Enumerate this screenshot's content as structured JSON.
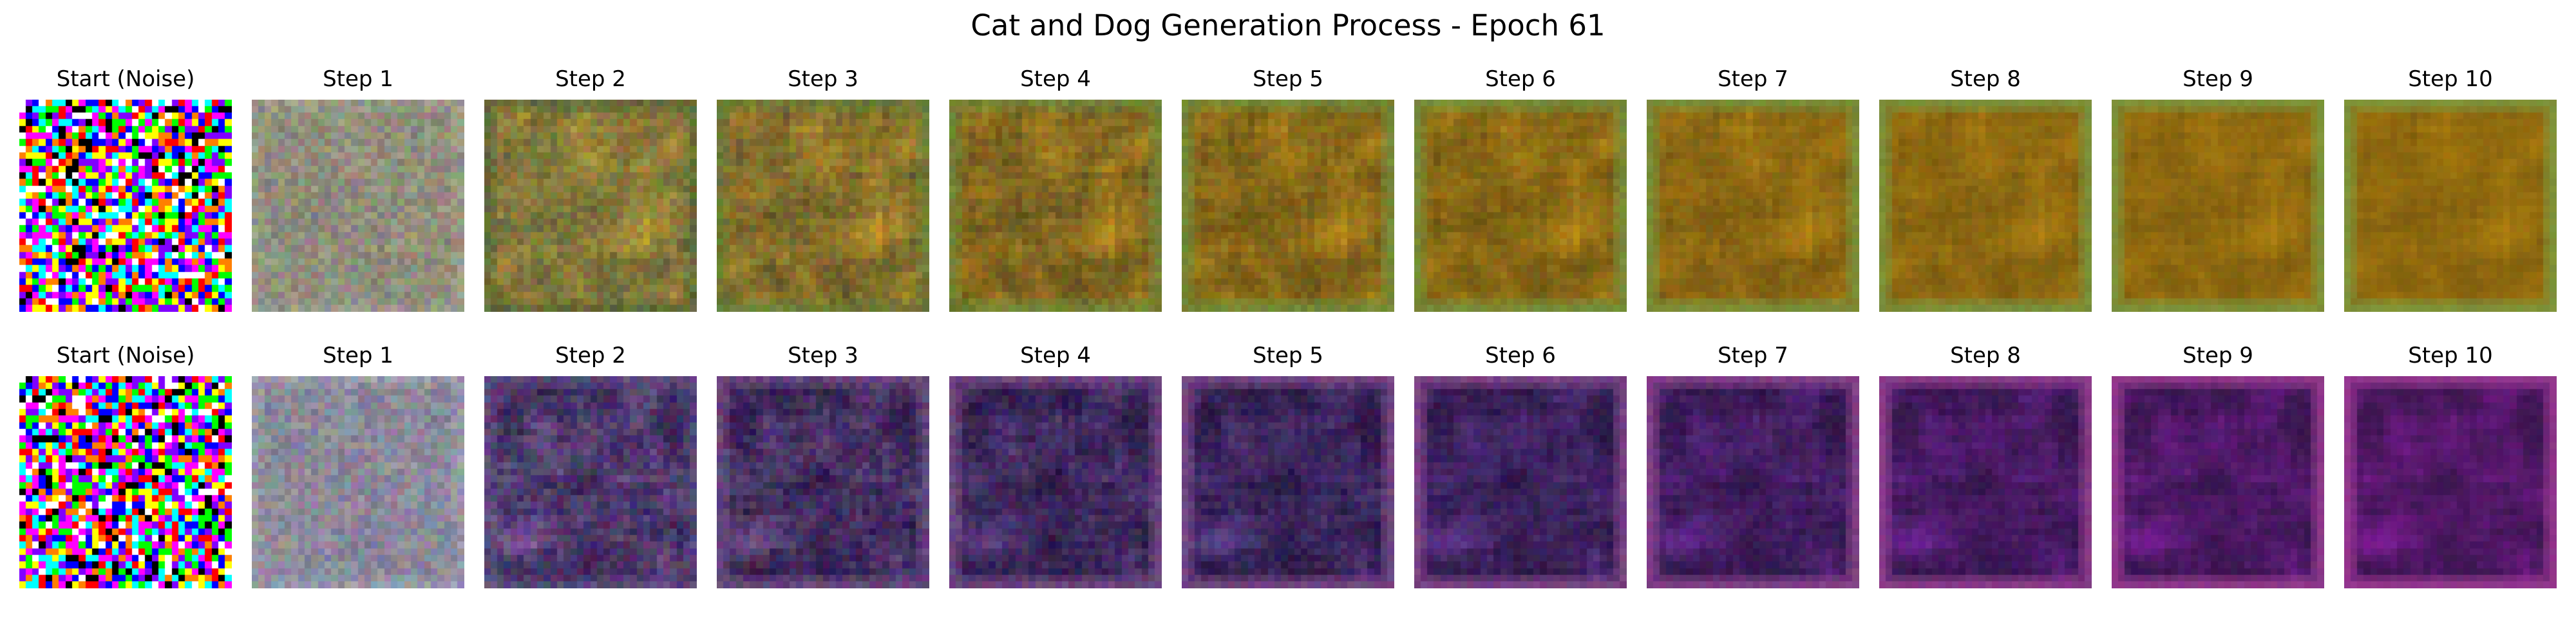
{
  "figure": {
    "title": "Cat and Dog Generation Process - Epoch 61"
  },
  "rows": [
    {
      "panels": [
        {
          "label": "Start (Noise)",
          "kind": "noise",
          "palette": [
            "#ff00ff",
            "#00ff00",
            "#ffff00",
            "#00ffff",
            "#ff0000",
            "#0000ff",
            "#ffffff",
            "#000000",
            "#ff8000",
            "#8000ff"
          ]
        },
        {
          "label": "Step 1",
          "kind": "blur",
          "base": "#8a8a7c",
          "blob": "#a0987e",
          "border": "#9a9a8a",
          "grain": 0.55
        },
        {
          "label": "Step 2",
          "kind": "image",
          "base": "#6e6a3c",
          "blob": "#c9a43a",
          "border": "#5f6a38",
          "grain": 0.45
        },
        {
          "label": "Step 3",
          "kind": "image",
          "base": "#6b5f2a",
          "blob": "#d2a330",
          "border": "#6a7a38",
          "grain": 0.38
        },
        {
          "label": "Step 4",
          "kind": "image",
          "base": "#6a561e",
          "blob": "#cf9c24",
          "border": "#6f8638",
          "grain": 0.32
        },
        {
          "label": "Step 5",
          "kind": "image",
          "base": "#6f5818",
          "blob": "#c9961c",
          "border": "#718c3a",
          "grain": 0.28
        },
        {
          "label": "Step 6",
          "kind": "image",
          "base": "#745a14",
          "blob": "#c39018",
          "border": "#74903c",
          "grain": 0.24
        },
        {
          "label": "Step 7",
          "kind": "image",
          "base": "#7a5c12",
          "blob": "#bf8c16",
          "border": "#76923c",
          "grain": 0.2
        },
        {
          "label": "Step 8",
          "kind": "image",
          "base": "#7d5e10",
          "blob": "#bb8814",
          "border": "#78943e",
          "grain": 0.17
        },
        {
          "label": "Step 9",
          "kind": "image",
          "base": "#805f0f",
          "blob": "#b88612",
          "border": "#7a963e",
          "grain": 0.14
        },
        {
          "label": "Step 10",
          "kind": "image",
          "base": "#82600e",
          "blob": "#b68410",
          "border": "#7b983f",
          "grain": 0.12
        }
      ]
    },
    {
      "panels": [
        {
          "label": "Start (Noise)",
          "kind": "noise",
          "palette": [
            "#ff00ff",
            "#00ff00",
            "#ffff00",
            "#00ffff",
            "#ff0000",
            "#0000ff",
            "#ffffff",
            "#000000",
            "#ff8000",
            "#8000ff"
          ]
        },
        {
          "label": "Step 1",
          "kind": "blur",
          "base": "#86889a",
          "blob": "#9a8f9a",
          "border": "#9a9aa8",
          "grain": 0.55
        },
        {
          "label": "Step 2",
          "kind": "image",
          "base": "#3a2a5a",
          "blob": "#8a6aa0",
          "border": "#5a4a7a",
          "grain": 0.5
        },
        {
          "label": "Step 3",
          "kind": "image",
          "base": "#32204e",
          "blob": "#7a5a98",
          "border": "#6a4a7e",
          "grain": 0.42
        },
        {
          "label": "Step 4",
          "kind": "image",
          "base": "#2e1c4a",
          "blob": "#6e4c94",
          "border": "#744a82",
          "grain": 0.36
        },
        {
          "label": "Step 5",
          "kind": "image",
          "base": "#2c1a48",
          "blob": "#684896",
          "border": "#7a4a86",
          "grain": 0.3
        },
        {
          "label": "Step 6",
          "kind": "image",
          "base": "#2e1a4a",
          "blob": "#6a3c9a",
          "border": "#82488a",
          "grain": 0.26
        },
        {
          "label": "Step 7",
          "kind": "image",
          "base": "#32184c",
          "blob": "#702e9e",
          "border": "#8a448c",
          "grain": 0.22
        },
        {
          "label": "Step 8",
          "kind": "image",
          "base": "#36164e",
          "blob": "#7a26a2",
          "border": "#92408e",
          "grain": 0.18
        },
        {
          "label": "Step 9",
          "kind": "image",
          "base": "#3a1650",
          "blob": "#8420a4",
          "border": "#983c90",
          "grain": 0.15
        },
        {
          "label": "Step 10",
          "kind": "image",
          "base": "#3e1652",
          "blob": "#8c1ca6",
          "border": "#9c3a92",
          "grain": 0.12
        }
      ]
    }
  ]
}
